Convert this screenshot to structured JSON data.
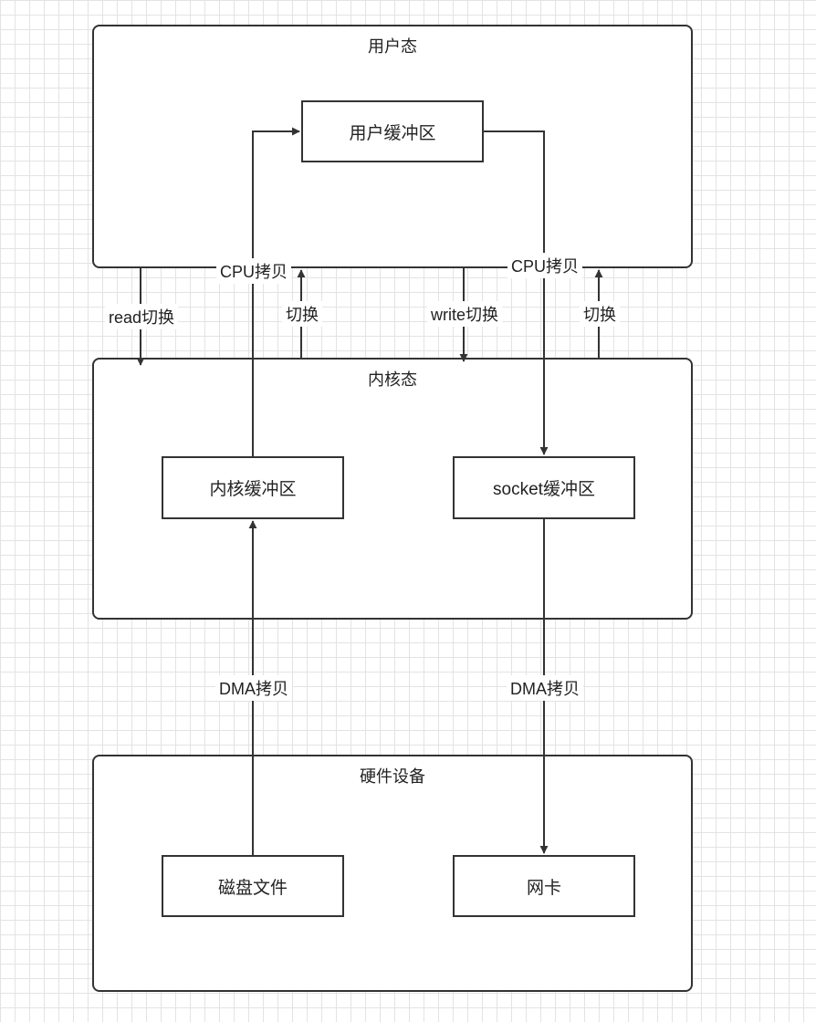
{
  "zones": {
    "user": "用户态",
    "kernel": "内核态",
    "hardware": "硬件设备"
  },
  "nodes": {
    "user_buffer": "用户缓冲区",
    "kernel_buffer": "内核缓冲区",
    "socket_buffer": "socket缓冲区",
    "disk_file": "磁盘文件",
    "nic": "网卡"
  },
  "edge_labels": {
    "cpu_copy_read": "CPU拷贝",
    "cpu_copy_write": "CPU拷贝",
    "read_switch": "read切换",
    "switch_after_read": "切换",
    "write_switch": "write切换",
    "switch_after_write": "切换",
    "dma_copy_read": "DMA拷贝",
    "dma_copy_write": "DMA拷贝"
  }
}
